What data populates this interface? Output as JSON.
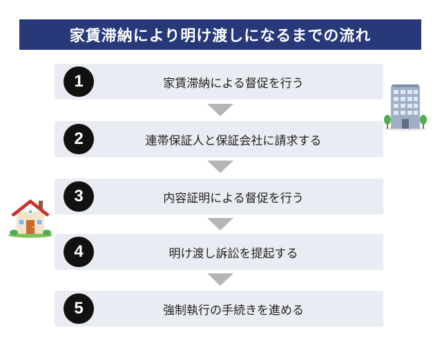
{
  "title": "家賃滞納により明け渡しになるまでの流れ",
  "steps": [
    {
      "number": "1",
      "label": "家賃滞納による督促を行う"
    },
    {
      "number": "2",
      "label": "連帯保証人と保証会社に請求する"
    },
    {
      "number": "3",
      "label": "内容証明による督促を行う"
    },
    {
      "number": "4",
      "label": "明け渡し訴訟を提起する"
    },
    {
      "number": "5",
      "label": "強制執行の手続きを進める"
    }
  ],
  "icons": {
    "building": "apartment-building-icon",
    "house": "house-icon"
  },
  "colors": {
    "title_bg": "#28397a",
    "step_bg": "#eaecf3",
    "number_bg": "#111111",
    "arrow": "#b5b5b5"
  }
}
